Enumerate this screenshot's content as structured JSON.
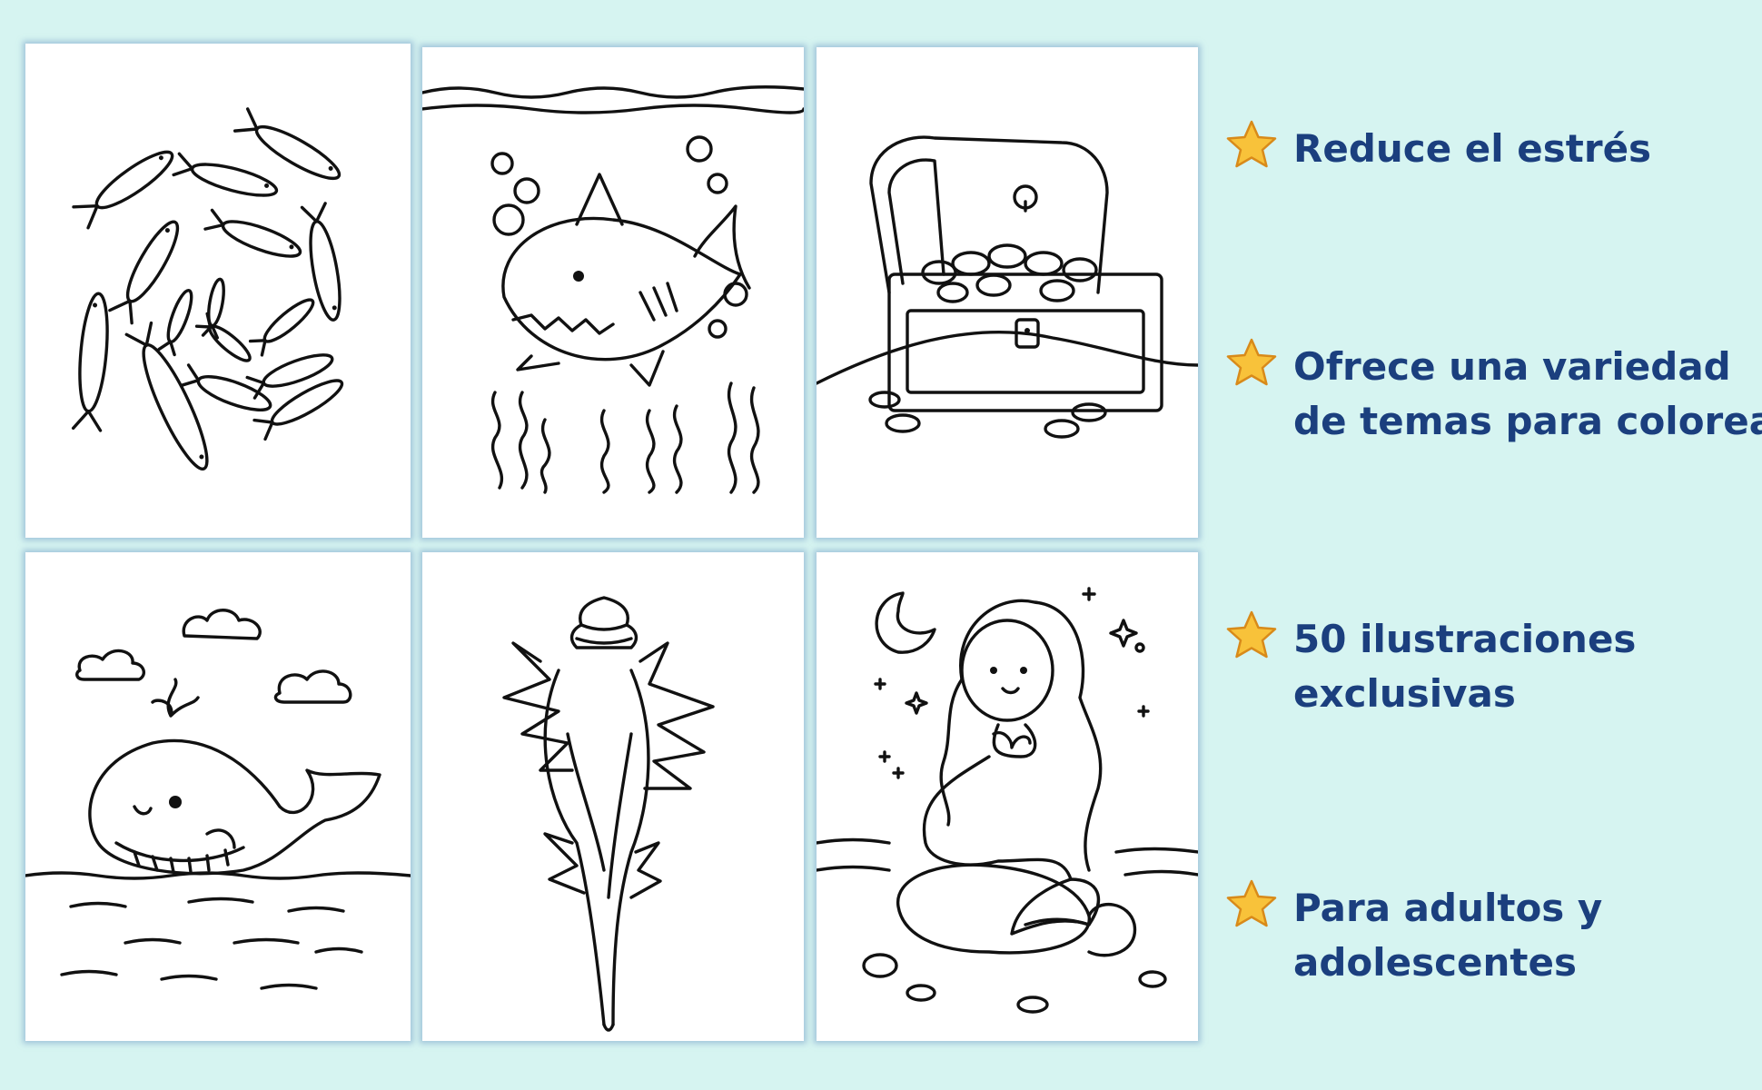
{
  "features": [
    {
      "icon": "star-icon",
      "lines": [
        "Reduce el estrés"
      ]
    },
    {
      "icon": "star-icon",
      "lines": [
        "Ofrece una variedad",
        "de temas para colorear"
      ]
    },
    {
      "icon": "star-icon",
      "lines": [
        "50 ilustraciones",
        "exclusivas"
      ]
    },
    {
      "icon": "star-icon",
      "lines": [
        "Para adultos y",
        "adolescentes"
      ]
    }
  ],
  "colors": {
    "background": "#d6f4f1",
    "text": "#1b3f7e",
    "star": "#f8c23a",
    "star_outline": "#d88a1a"
  }
}
